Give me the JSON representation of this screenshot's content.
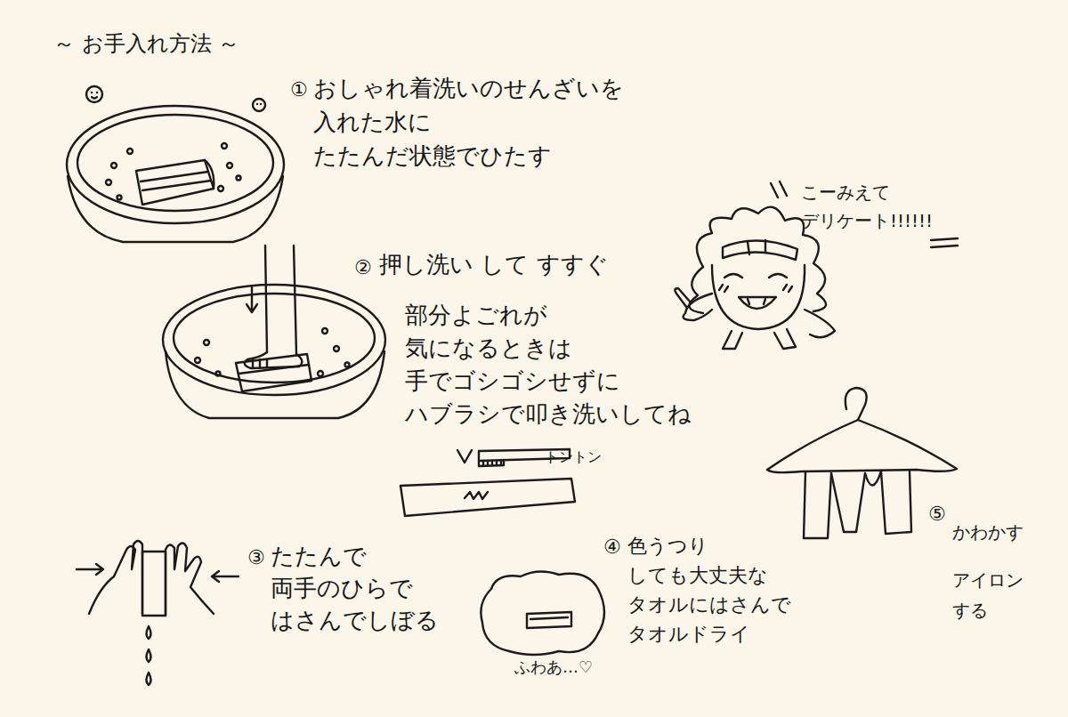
{
  "diagram": {
    "title": "～ お手入れ方法 ～",
    "labels": [
      "①",
      "おしゃれ着洗いのせんざいを 入れた水に たたんだ状態でひたす",
      "こーみえて デリケート!!!!!!",
      "②",
      "押し洗い して すすぐ",
      "部分よごれが 気になるときは 手でゴシゴシせずに ハブラシで叩き洗いしてね",
      "トントン",
      "⑤",
      "かわかす",
      "アイロン する",
      "③",
      "たたんで 両手のひらで はさんでしぼる",
      "④",
      "色うつり しても大丈夫な タオルにはさんで タオルドライ",
      "ふわあ…♡"
    ]
  }
}
